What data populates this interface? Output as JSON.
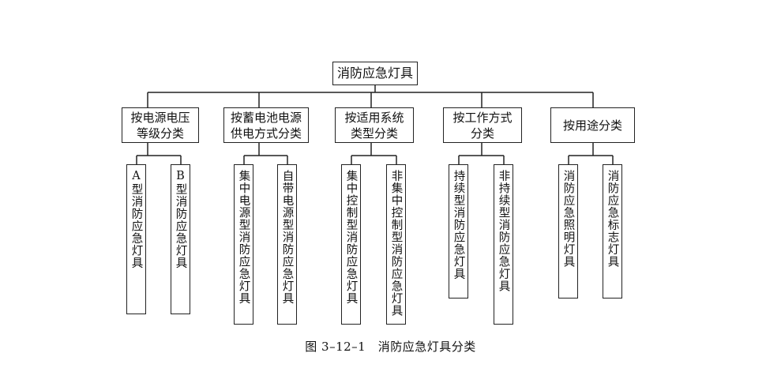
{
  "root": "消防应急灯具",
  "categories": [
    {
      "label": "按电源电压\n等级分类",
      "children": [
        "A型消防应急灯具",
        "B型消防应急灯具"
      ]
    },
    {
      "label": "按蓄电池电源\n供电方式分类",
      "children": [
        "集中电源型消防应急灯具",
        "自带电源型消防应急灯具"
      ]
    },
    {
      "label": "按适用系统\n类型分类",
      "children": [
        "集中控制型消防应急灯具",
        "非集中控制型消防应急灯具"
      ]
    },
    {
      "label": "按工作方式\n分类",
      "children": [
        "持续型消防应急灯具",
        "非持续型消防应急灯具"
      ]
    },
    {
      "label": "按用途分类",
      "children": [
        "消防应急照明灯具",
        "消防应急标志灯具"
      ]
    }
  ],
  "caption": "图 3–12–1　消防应急灯具分类"
}
